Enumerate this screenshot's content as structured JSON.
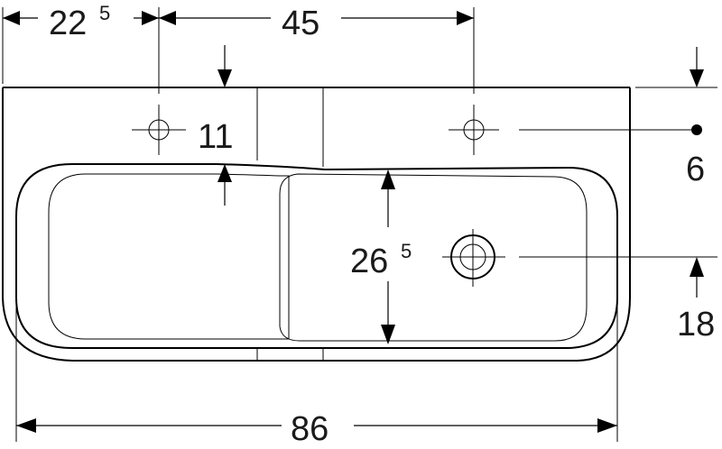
{
  "dimensions": {
    "left_offset": {
      "main": "22",
      "sup": "5"
    },
    "tap_hole_spacing": {
      "main": "45",
      "sup": ""
    },
    "tap_hole_from_back": {
      "main": "11",
      "sup": ""
    },
    "right_hole_from_back": {
      "main": "6",
      "sup": ""
    },
    "bowl_depth": {
      "main": "26",
      "sup": "5"
    },
    "drain_from_front": {
      "main": "18",
      "sup": ""
    },
    "overall_width": {
      "main": "86",
      "sup": ""
    }
  },
  "colors": {
    "line": "#000000",
    "text": "#1a1a1a",
    "background": "#ffffff"
  }
}
